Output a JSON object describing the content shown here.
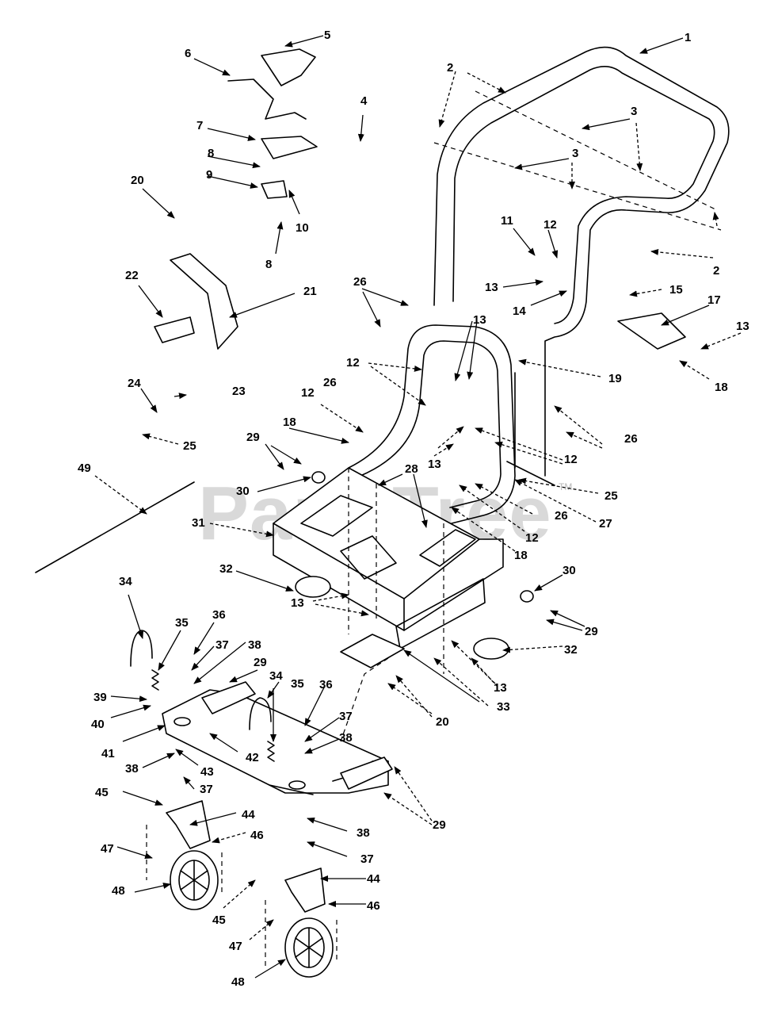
{
  "watermark": {
    "text": "PartsTree",
    "tm": "TM"
  },
  "callouts": [
    "1",
    "2",
    "3",
    "4",
    "5",
    "6",
    "7",
    "8",
    "9",
    "10",
    "11",
    "12",
    "13",
    "14",
    "15",
    "17",
    "18",
    "19",
    "20",
    "21",
    "22",
    "23",
    "24",
    "25",
    "26",
    "27",
    "28",
    "29",
    "30",
    "31",
    "32",
    "33",
    "34",
    "35",
    "36",
    "37",
    "38",
    "39",
    "40",
    "41",
    "42",
    "43",
    "44",
    "45",
    "46",
    "47",
    "48",
    "49"
  ]
}
